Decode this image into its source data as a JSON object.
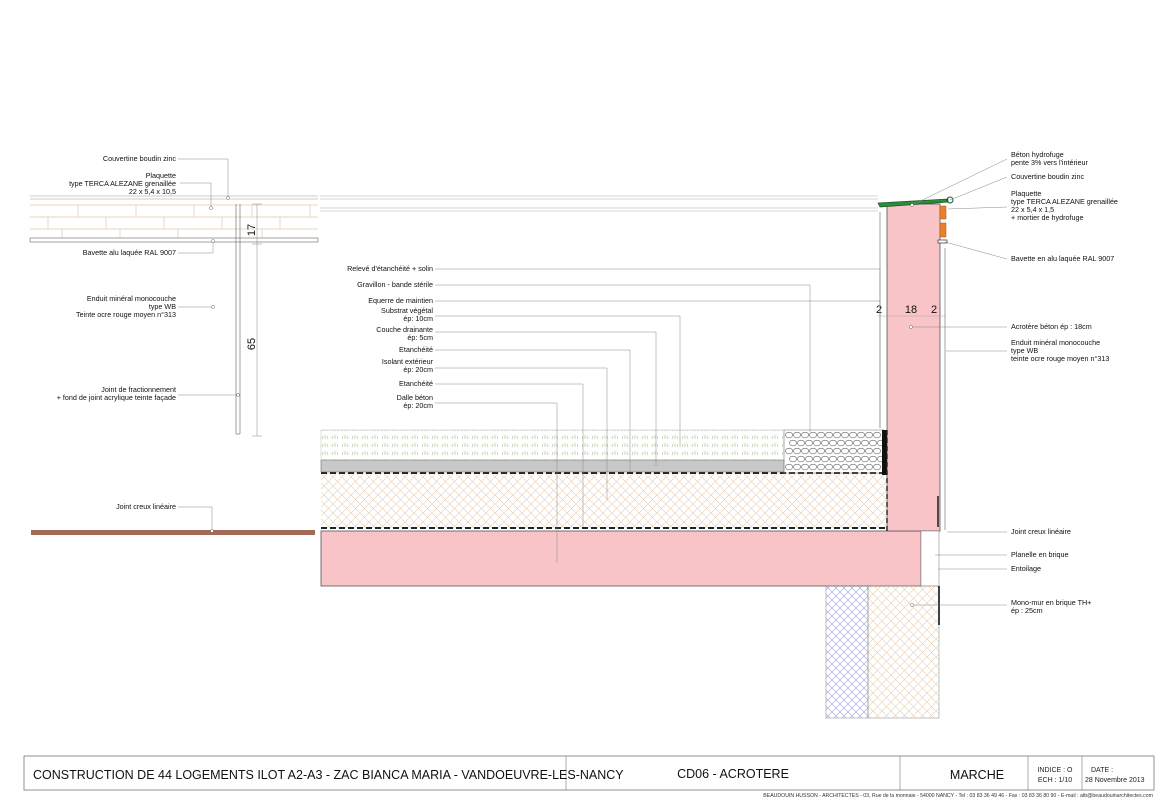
{
  "left_labels": [
    {
      "text": "Couvertine boudin zinc"
    },
    {
      "lines": [
        "Plaquette",
        "type TERCA ALEZANE grenaillée",
        "22 x 5,4 x 10,5"
      ]
    },
    {
      "text": "Bavette alu laquée RAL 9007"
    },
    {
      "lines": [
        "Enduit minéral monocouche",
        "type WB",
        "Teinte ocre rouge moyen n°313"
      ]
    },
    {
      "lines": [
        "Joint de fractionnement",
        "+ fond de joint acrylique teinte façade"
      ]
    },
    {
      "text": "Joint creux linéaire"
    }
  ],
  "left_dims": [
    "17",
    "65"
  ],
  "middle_labels": [
    {
      "text": "Relevé d'étanchéité + solin"
    },
    {
      "text": "Gravillon -  bande stérile"
    },
    {
      "text": "Equerre de maintien"
    },
    {
      "lines": [
        "Substrat végétal",
        "ép: 10cm"
      ]
    },
    {
      "lines": [
        "Couche drainante",
        "ép: 5cm"
      ]
    },
    {
      "text": "Etanchéité"
    },
    {
      "lines": [
        "Isolant extérieur",
        "ép: 20cm"
      ]
    },
    {
      "text": "Etanchéité"
    },
    {
      "lines": [
        "Dalle béton",
        "ép: 20cm"
      ]
    }
  ],
  "right_labels": [
    {
      "lines": [
        "Béton hydrofuge",
        "pente 3% vers l'intérieur"
      ]
    },
    {
      "text": "Couvertine boudin zinc"
    },
    {
      "lines": [
        "Plaquette",
        "type TERCA ALEZANE grenaillée",
        "22 x 5,4 x 1,5",
        "+ mortier de hydrofuge"
      ]
    },
    {
      "text": "Bavette en alu laquée RAL 9007"
    },
    {
      "text": "Acrotère béton ép : 18cm"
    },
    {
      "lines": [
        "Enduit minéral monocouche",
        "type WB",
        "teinte ocre rouge moyen n°313"
      ]
    },
    {
      "text": "Joint  creux linéaire"
    },
    {
      "text": "Planelle en brique"
    },
    {
      "text": "Entoilage"
    },
    {
      "lines": [
        "Mono-mur en brique TH+",
        "ép : 25cm"
      ]
    }
  ],
  "right_dims": [
    "2",
    "18",
    "2"
  ],
  "title_block": {
    "project": "CONSTRUCTION DE 44 LOGEMENTS ILOT A2-A3 - ZAC BIANCA MARIA - VANDOEUVRE-LES-NANCY",
    "drawing": "CD06 - ACROTERE",
    "phase": "MARCHE",
    "index": "INDICE : O",
    "scale": "ECH : 1/10",
    "date_label": "DATE :",
    "date": "28 Novembre 2013",
    "footer": "BEAUDOUIN HUSSON - ARCHITECTES - 03, Rue de la monnaie - 54000  NANCY - Tel : 03 83 36 49 46 - Fax : 03 83 36 80 90 - E-mail : atb@beaudouinarchitectes.com"
  },
  "colors": {
    "concrete": "#f8c4c8",
    "joint": "#a46a55",
    "zinc": "#2e8b3e",
    "brick": "#e8822a",
    "hatch": "#e8d2b6",
    "blue_hatch": "#9aa0dc"
  }
}
